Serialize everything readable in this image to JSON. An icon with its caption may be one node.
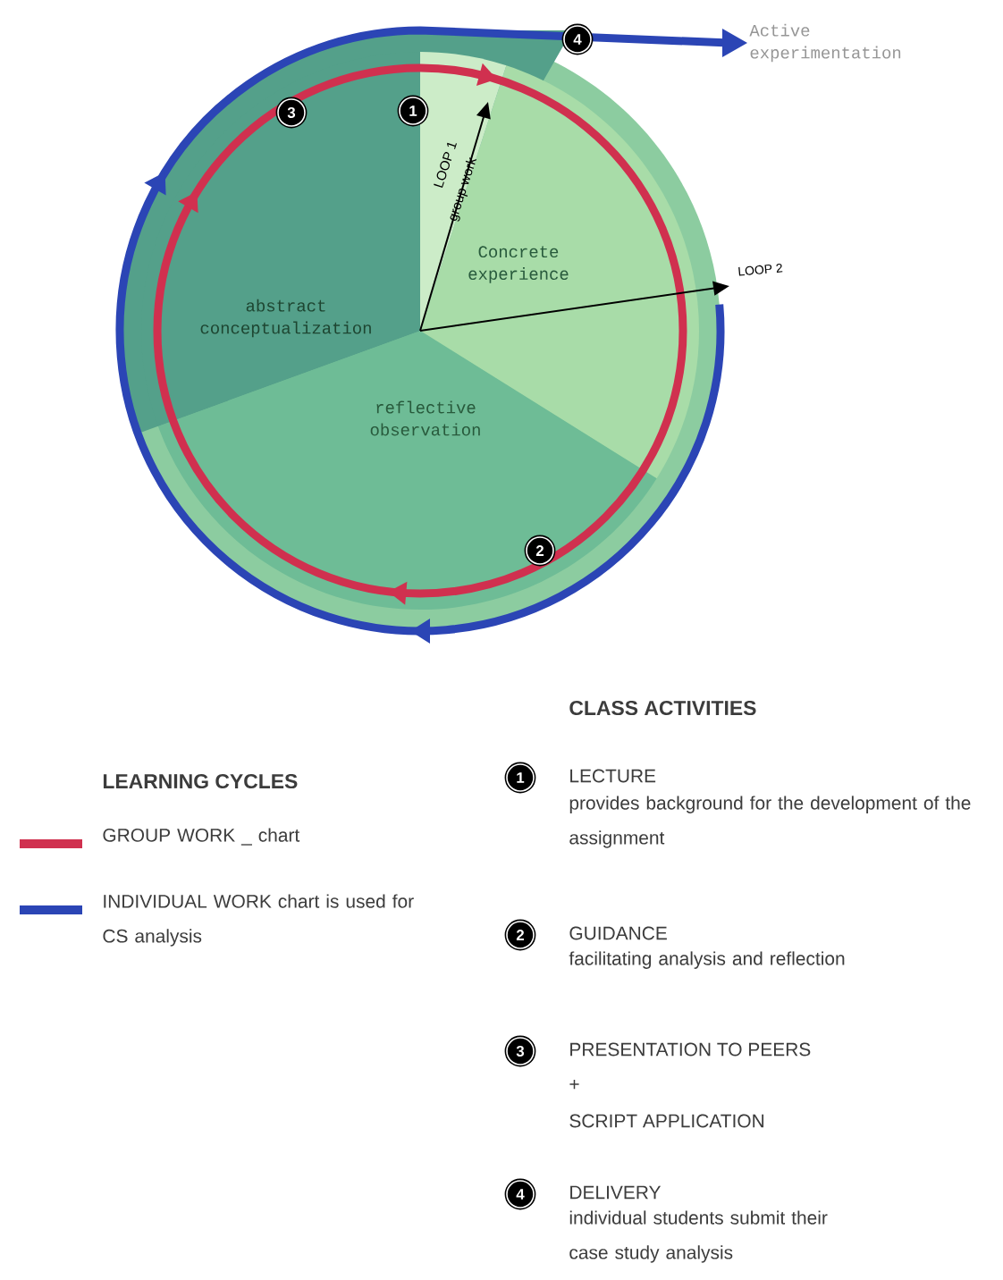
{
  "diagram": {
    "nodes": [
      {
        "text": [
          "Concrete experience"
        ]
      },
      {
        "text": [
          "reflective observation"
        ]
      },
      {
        "text": [
          "abstract conceptualization"
        ]
      },
      {
        "text": [
          "Active experimentation"
        ]
      }
    ],
    "edges": [
      {
        "from": null,
        "to": 3,
        "arrow": "to",
        "color": "#2b45b5"
      }
    ],
    "labels": [
      "4",
      "3",
      "1",
      "LOOP 1",
      "group work",
      "LOOP 2",
      "2",
      "CLASS ACTIVITIES",
      "LEARNING CYCLES",
      "1",
      "LECTURE",
      "provides background for the development of the assignment",
      "2",
      "GUIDANCE",
      "facilitating analysis and reflection",
      "3",
      "PRESENTATION TO PEERS",
      "+",
      "SCRIPT APPLICATION",
      "4",
      "DELIVERY",
      "individual students submit their case study analysis"
    ],
    "legend": [
      {
        "text": "GROUP WORK _ chart",
        "color": "#d0304f"
      },
      {
        "text": "INDIVIDUAL WORK chart is used for CS analysis",
        "color": "#2b45b5"
      }
    ]
  }
}
